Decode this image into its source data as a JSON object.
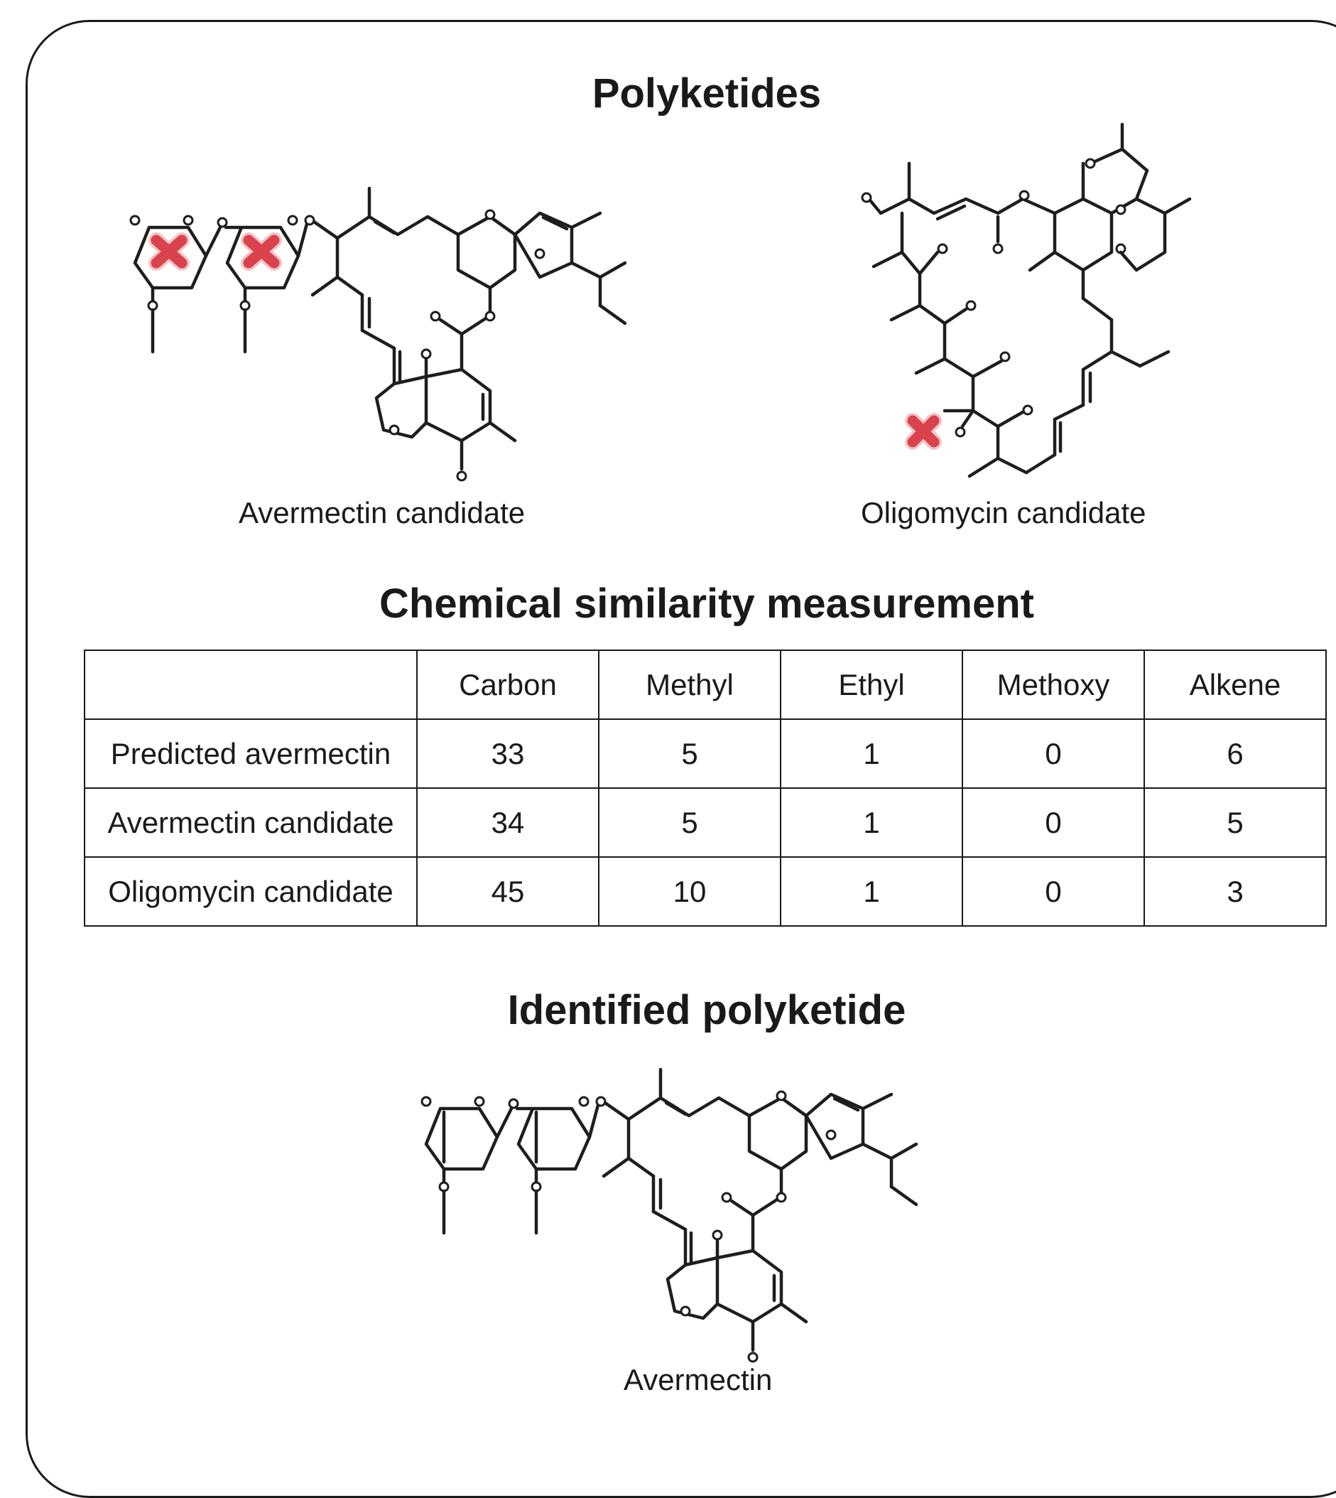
{
  "headings": {
    "polyketides": "Polyketides",
    "similarity": "Chemical similarity measurement",
    "identified": "Identified polyketide"
  },
  "captions": {
    "avermectin_candidate": "Avermectin candidate",
    "oligomycin_candidate": "Oligomycin candidate",
    "avermectin": "Avermectin"
  },
  "table": {
    "columns": [
      "",
      "Carbon",
      "Methyl",
      "Ethyl",
      "Methoxy",
      "Alkene"
    ],
    "rows": [
      {
        "label": "Predicted avermectin",
        "values": [
          "33",
          "5",
          "1",
          "0",
          "6"
        ]
      },
      {
        "label": "Avermectin candidate",
        "values": [
          "34",
          "5",
          "1",
          "0",
          "5"
        ]
      },
      {
        "label": "Oligomycin candidate",
        "values": [
          "45",
          "10",
          "1",
          "0",
          "3"
        ]
      }
    ]
  },
  "markers": {
    "rejected_marker_color": "#d9434d"
  }
}
